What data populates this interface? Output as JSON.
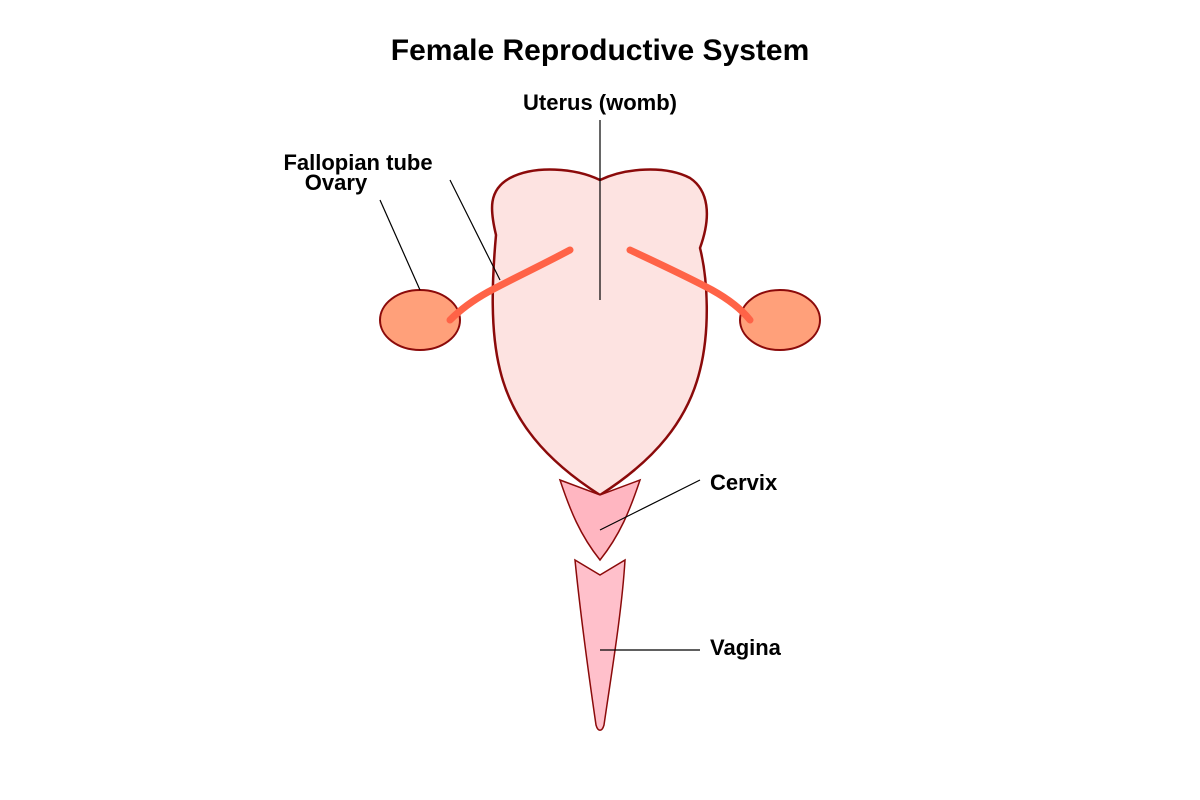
{
  "title": "Female Reproductive System",
  "labels": {
    "uterus": "Uterus (womb)",
    "fallopian_tube": "Fallopian tube",
    "ovary": "Ovary",
    "cervix": "Cervix",
    "vagina": "Vagina"
  },
  "colors": {
    "uterus_fill": "#fde3e1",
    "outline": "#8b0a0a",
    "ovary_fill": "#ffa07a",
    "tube_stroke": "#ff6347",
    "cervix_fill": "#ffb6c1",
    "vagina_fill": "#ffc0cb"
  }
}
